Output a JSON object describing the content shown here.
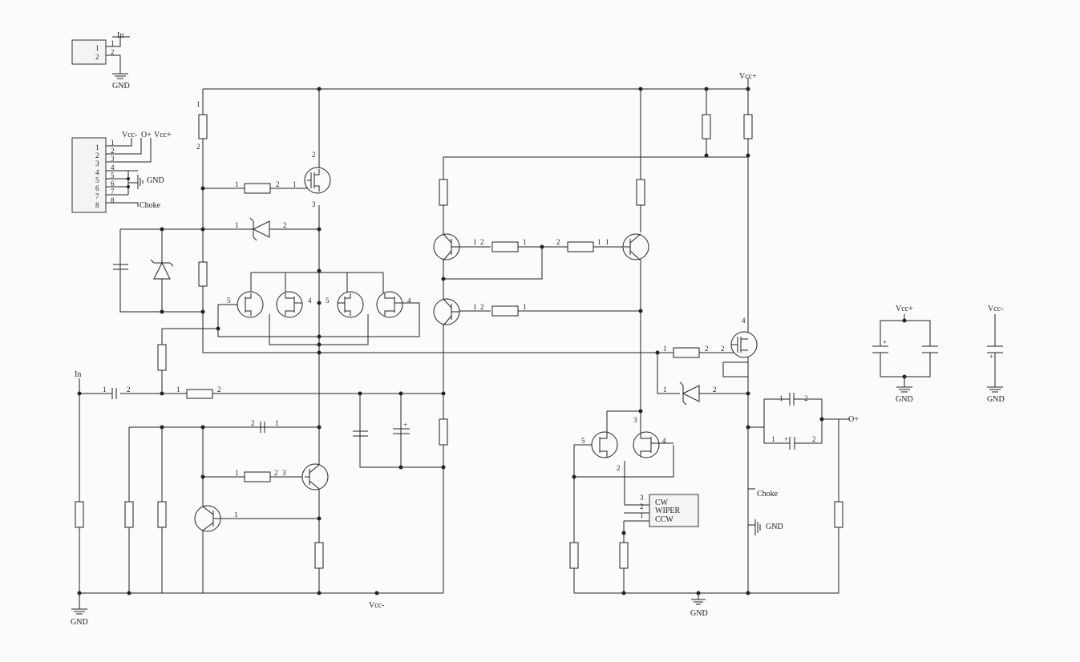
{
  "labels": {
    "in": "In",
    "gnd": "GND",
    "vcc_minus": "Vcc-",
    "vcc_plus": "Vcc+",
    "out_plus": "O+",
    "choke": "Choke",
    "cw": "CW",
    "wiper": "WIPER",
    "ccw": "CCW"
  },
  "pins": {
    "p1": "1",
    "p2": "2",
    "p3": "3",
    "p4": "4",
    "p5": "5",
    "p6": "6",
    "p7": "7",
    "p8": "8",
    "plus": "+"
  }
}
